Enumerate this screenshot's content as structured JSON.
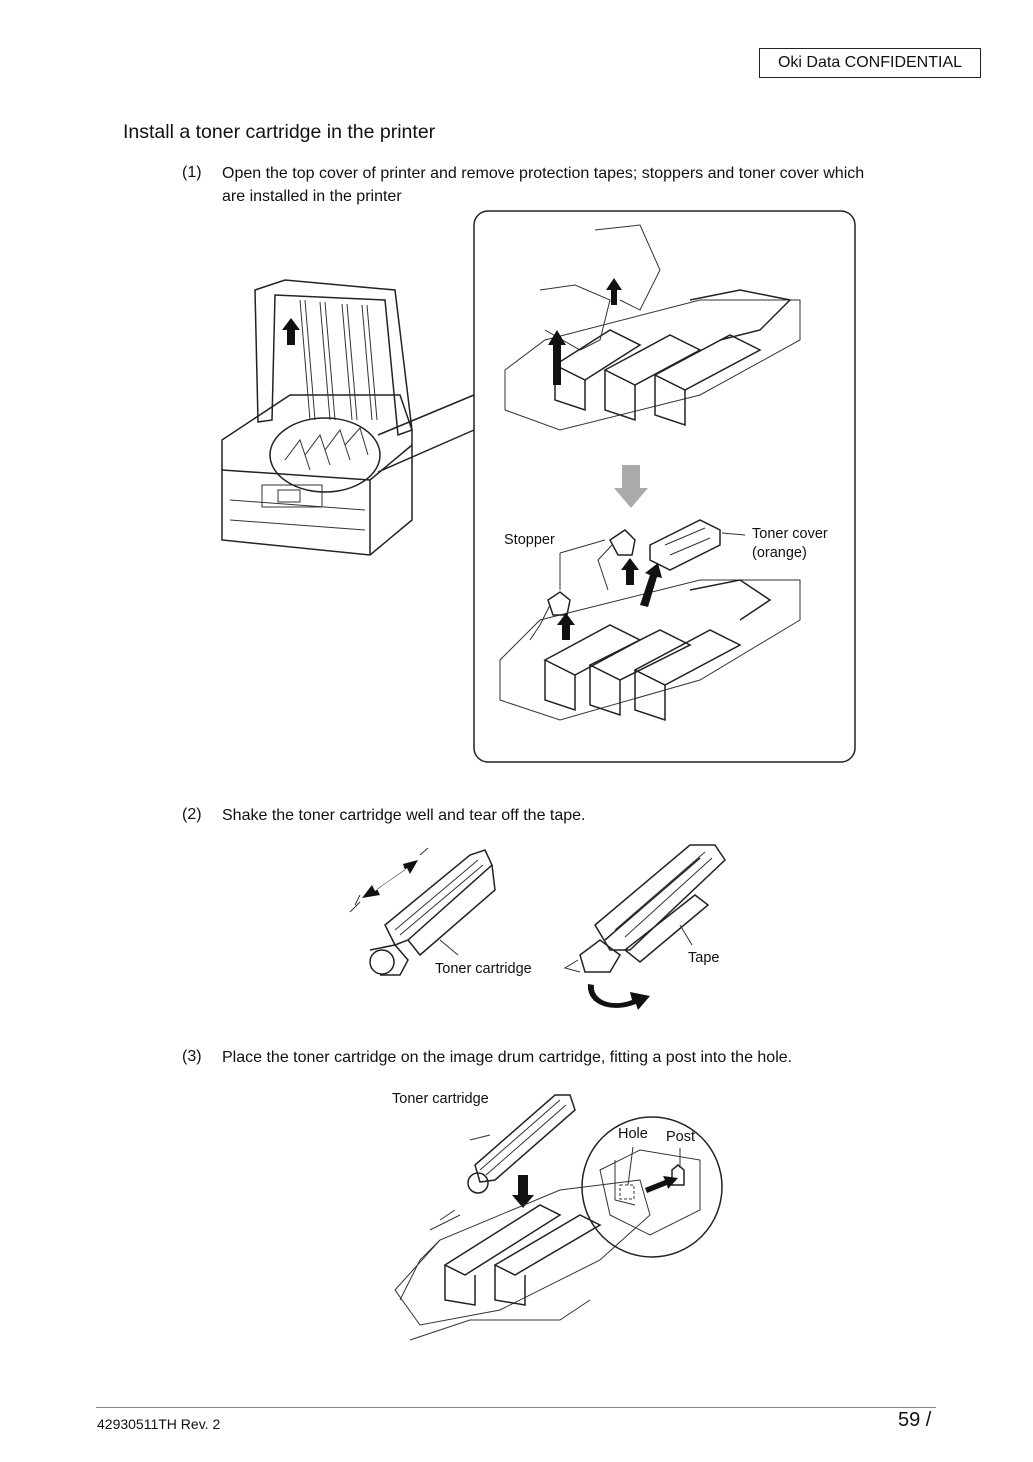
{
  "header": {
    "confidential": "Oki  Data  CONFIDENTIAL"
  },
  "section_title": "Install a toner cartridge in the printer",
  "steps": [
    {
      "num": "(1)",
      "text_line1": "Open the top cover of printer and remove protection tapes; stoppers and toner cover which",
      "text_line2": "are installed in the printer"
    },
    {
      "num": "(2)",
      "text": "Shake the toner cartridge well and tear off the tape."
    },
    {
      "num": "(3)",
      "text": "Place the toner cartridge on the image drum cartridge, fitting a post into the hole."
    }
  ],
  "figure1": {
    "stopper": "Stopper",
    "toner_cover_line1": "Toner cover",
    "toner_cover_line2": "(orange)"
  },
  "figure2": {
    "toner_cartridge": "Toner cartridge",
    "tape": "Tape"
  },
  "figure3": {
    "toner_cartridge": "Toner cartridge",
    "hole": "Hole",
    "post": "Post"
  },
  "footer": {
    "doc_id": "42930511TH  Rev. 2",
    "page": "59 /"
  }
}
